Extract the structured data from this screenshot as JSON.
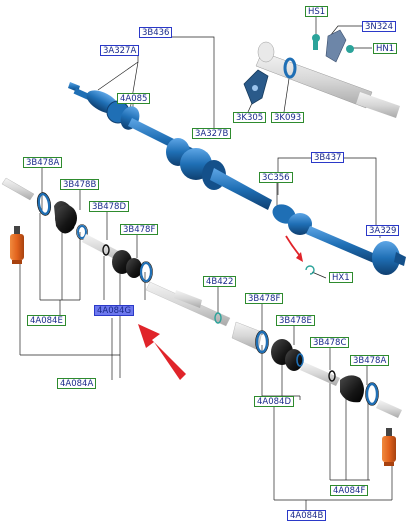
{
  "diagram": {
    "labels": {
      "hs1": "HS1",
      "n324": "3N324",
      "hn1": "HN1",
      "b436": "3B436",
      "a327a": "3A327A",
      "a085": "4A085",
      "k305": "3K305",
      "k093": "3K093",
      "a327b": "3A327B",
      "b437": "3B437",
      "b478a_left": "3B478A",
      "b478b": "3B478B",
      "c356": "3C356",
      "b478d": "3B478D",
      "b478f_left": "3B478F",
      "a329": "3A329",
      "hx1": "HX1",
      "b422": "4B422",
      "a084e": "4A084E",
      "a084g": "4A084G",
      "b478f_right": "3B478F",
      "b478e": "3B478E",
      "a084a": "4A084A",
      "b478c": "3B478C",
      "b478a_right": "3B478A",
      "a084d": "4A084D",
      "a084f": "4A084F",
      "a084b": "4A084B"
    },
    "colors": {
      "shaft_blue": "#1f6fb5",
      "shaft_dark": "#14508a",
      "highlight_label": "#6d78ee",
      "arrow_red": "#e0242a",
      "grease_orange": "#e2631d",
      "label_blue": "#2b39c8",
      "label_green": "#2e8b2e"
    },
    "icons": [
      "pointer-arrow-icon",
      "small-arrow-icon"
    ]
  }
}
